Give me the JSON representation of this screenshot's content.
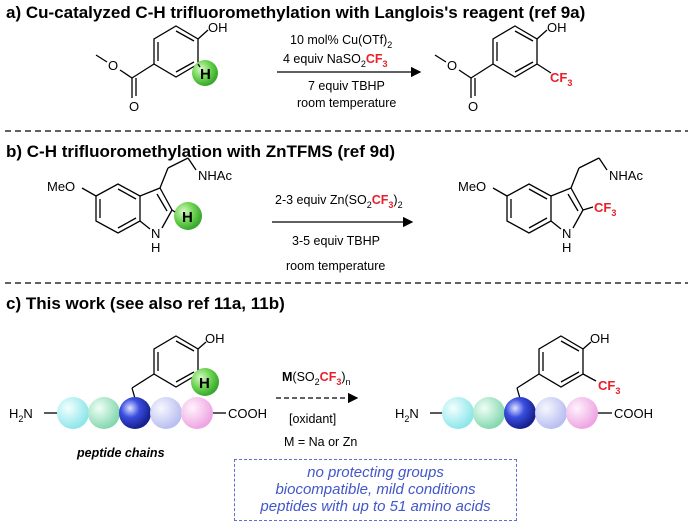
{
  "sections": [
    {
      "header": "a) Cu-catalyzed C-H trifluoromethylation with Langlois's reagent (ref 9a)",
      "conditions": {
        "line1": "10 mol% Cu(OTf)",
        "line1_sub": "2",
        "line2_pre": "4 equiv  NaSO",
        "line2_sub": "2",
        "line2_cf3": "CF",
        "line2_cf3_sub": "3",
        "line3": "7 equiv  TBHP",
        "line4": "room temperature"
      },
      "reactant_labels": {
        "oh": "OH",
        "h": "H",
        "o_carbonyl": "O",
        "o_ester": "O"
      },
      "product_labels": {
        "oh": "OH",
        "cf3": "CF",
        "cf3_sub": "3",
        "o_carbonyl": "O",
        "o_ester": "O"
      }
    },
    {
      "header": "b) C-H trifluoromethylation with ZnTFMS (ref 9d)",
      "conditions": {
        "line1_pre": "2-3 equiv  Zn(SO",
        "line1_sub1": "2",
        "line1_cf3": "CF",
        "line1_cf3_sub": "3",
        "line1_close": ")",
        "line1_sub2": "2",
        "line2": "3-5 equiv  TBHP",
        "line3": "room temperature"
      },
      "reactant_labels": {
        "meo": "MeO",
        "nhac": "NHAc",
        "nh_n": "N",
        "nh_h": "H",
        "h": "H"
      },
      "product_labels": {
        "meo": "MeO",
        "nhac": "NHAc",
        "nh_n": "N",
        "nh_h": "H",
        "cf3": "CF",
        "cf3_sub": "3"
      }
    },
    {
      "header": "c) This work (see also ref 11a, 11b)",
      "conditions": {
        "reagent_m": "M",
        "reagent_pre": "(SO",
        "reagent_sub": "2",
        "reagent_cf3": "CF",
        "reagent_cf3_sub": "3",
        "reagent_close": ")",
        "reagent_n": "n",
        "oxidant": "[oxidant]",
        "metal": "M = Na or Zn"
      },
      "reactant_labels": {
        "oh": "OH",
        "h": "H",
        "h2n": "H",
        "h2n_sub": "2",
        "h2n_n": "N",
        "cooh": "COOH",
        "caption": "peptide chains"
      },
      "product_labels": {
        "oh": "OH",
        "cf3": "CF",
        "cf3_sub": "3",
        "h2n": "H",
        "h2n_sub": "2",
        "h2n_n": "N",
        "cooh": "COOH"
      },
      "features": [
        "no protecting groups",
        "biocompatible, mild conditions",
        "peptides with up to 51 amino acids"
      ]
    }
  ],
  "colors": {
    "cf3_red": "#e8202a",
    "feature_blue": "#4257c8",
    "h_sphere": "#5fcf4a",
    "bead_cyan": "#a6eef0",
    "bead_mint": "#9ee3c2",
    "bead_blue": "#2636c8",
    "bead_lavender": "#c8ccf3",
    "bead_pink": "#f2b9e9"
  }
}
